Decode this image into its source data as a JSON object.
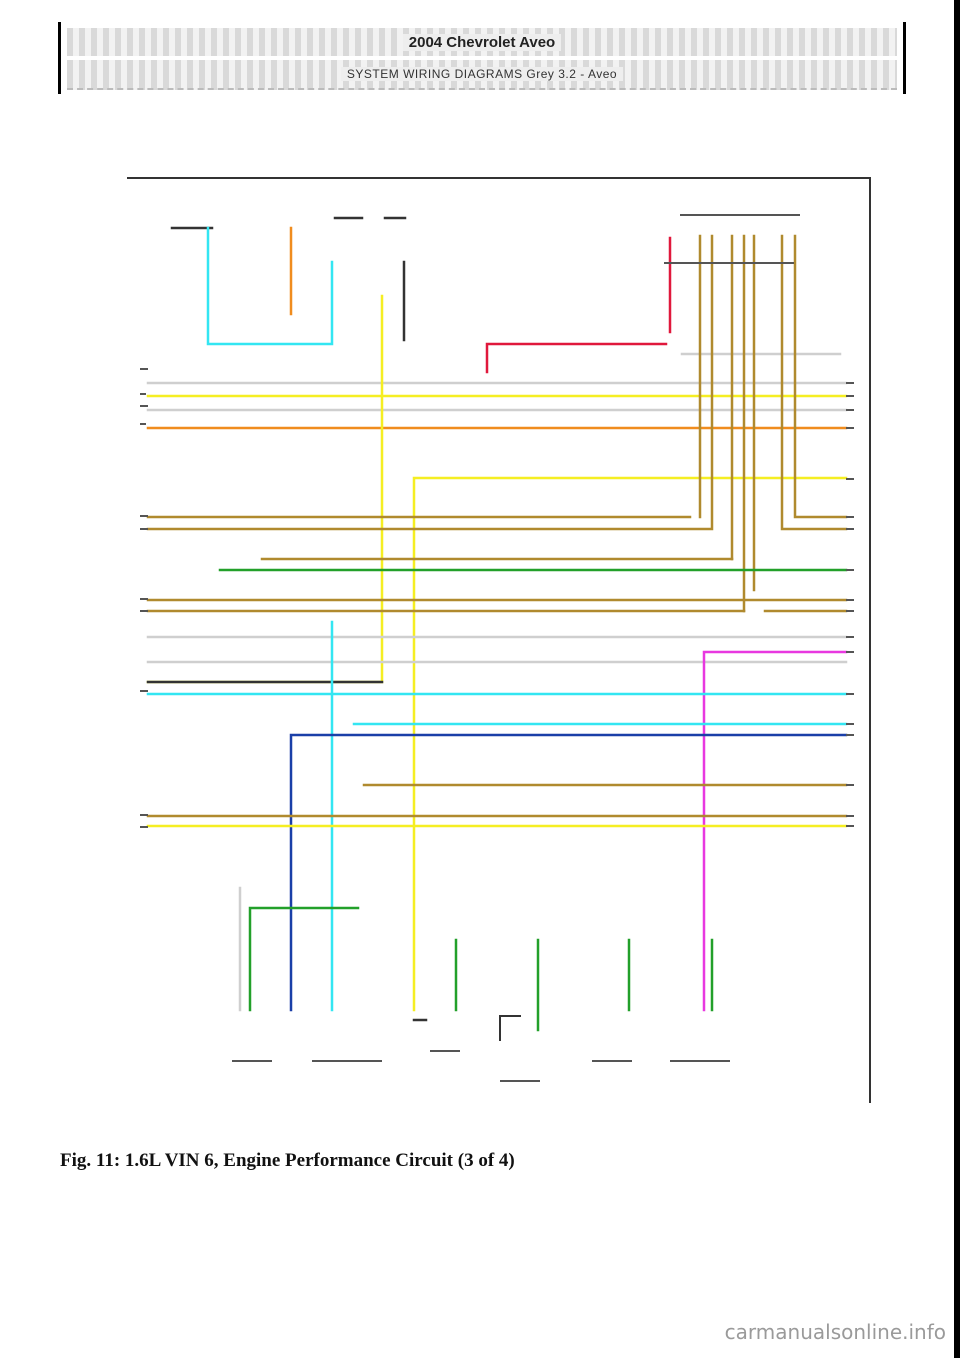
{
  "header": {
    "title": "2004 Chevrolet Aveo",
    "subtitle": "SYSTEM WIRING DIAGRAMS Grey 3.2 - Aveo"
  },
  "figure": {
    "caption": "Fig. 11: 1.6L VIN 6, Engine Performance Circuit (3 of 4)"
  },
  "wire_colors": {
    "light_blue": "#33e6f2",
    "yellow": "#f5ee22",
    "orange": "#f08c1e",
    "tan": "#b08a2e",
    "green": "#22a02a",
    "red": "#e0183c",
    "pink": "#e838e0",
    "dark_blue": "#1a3fa8",
    "gray": "#cfcfcf",
    "black": "#333333"
  },
  "watermark": "carmanualsonline.info"
}
